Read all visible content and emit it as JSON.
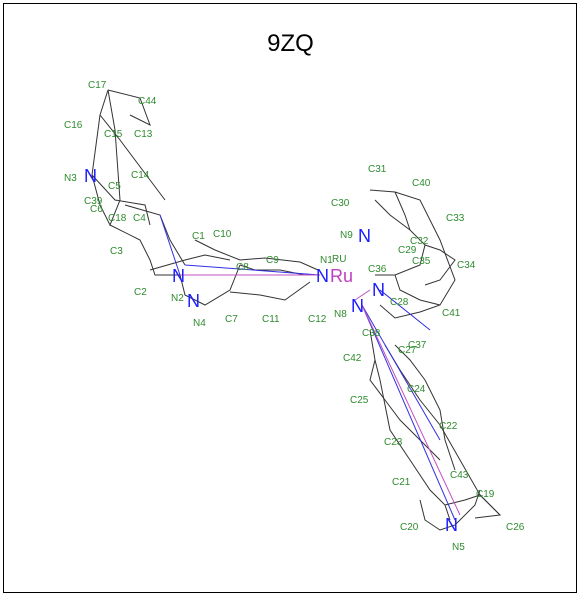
{
  "title": "9ZQ",
  "atoms": {
    "ru": "Ru",
    "ru_label": "RU",
    "nitrogen_symbols": [
      "N",
      "N",
      "N",
      "N",
      "N",
      "N",
      "N",
      "N"
    ],
    "labels": [
      "C17",
      "C44",
      "C16",
      "C15",
      "C13",
      "N3",
      "C14",
      "C5",
      "C39",
      "C6",
      "C18",
      "C4",
      "C3",
      "C1",
      "C10",
      "C2",
      "N2",
      "N4",
      "C7",
      "C8",
      "C9",
      "C11",
      "C12",
      "N1",
      "C31",
      "C40",
      "C30",
      "C33",
      "N9",
      "C32",
      "C29",
      "C35",
      "C34",
      "C36",
      "C28",
      "C41",
      "N8",
      "C38",
      "C37",
      "C27",
      "C42",
      "C24",
      "C25",
      "C22",
      "C23",
      "C43",
      "C21",
      "C19",
      "C20",
      "C26",
      "N5"
    ]
  },
  "colors": {
    "bond": "#333333",
    "label": "#2e8b2e",
    "nitrogen": "#1c1cff",
    "ruthenium": "#c040c0",
    "coordination_blue": "#3030e0",
    "coordination_magenta": "#c050c0"
  }
}
